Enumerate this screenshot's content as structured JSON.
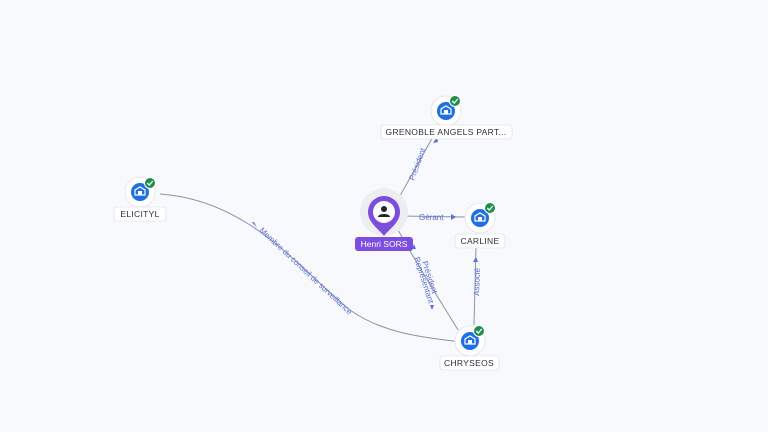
{
  "graph": {
    "nodes": {
      "henri": {
        "label": "Henri SORS",
        "icon": "person-icon",
        "type": "person"
      },
      "grenoble": {
        "label": "GRENOBLE ANGELS PART...",
        "icon": "company-icon",
        "verified": true
      },
      "elicityl": {
        "label": "ELICITYL",
        "icon": "company-icon",
        "verified": true
      },
      "carline": {
        "label": "CARLINE",
        "icon": "company-icon",
        "verified": true
      },
      "chryseos": {
        "label": "CHRYSEOS",
        "icon": "company-icon",
        "verified": true
      }
    },
    "edges": {
      "henri_grenoble": "Président",
      "henri_carline": "Gérant",
      "henri_chryseos_1": "Président",
      "henri_chryseos_2": "Représentant",
      "chryseos_carline": "Associé",
      "chryseos_elicityl": "Membre du conseil de surveillance"
    }
  },
  "colors": {
    "person_accent": "#7c4dde",
    "company_accent": "#1f6fe5",
    "verified": "#1e8f4e",
    "edge_label": "#5a6fd6"
  }
}
